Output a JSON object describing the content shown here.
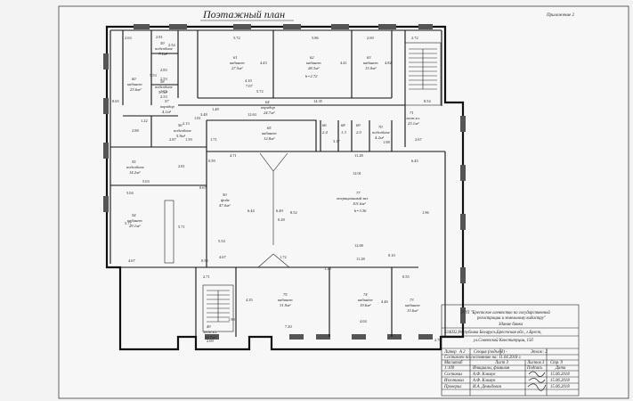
{
  "header": {
    "title": "Поэтажный  план",
    "appendix": "Приложение 2"
  },
  "rooms": [
    {
      "num": "59",
      "name": "подсобное",
      "area": "7.1м²"
    },
    {
      "num": "60",
      "name": "кабинет",
      "area": "23.6м²"
    },
    {
      "num": "58",
      "name": "подсобное",
      "area": "5.7м²"
    },
    {
      "num": "57",
      "name": "коридор",
      "area": "4.1м²"
    },
    {
      "num": "61",
      "name": "кабинет",
      "area": "27.5м²"
    },
    {
      "num": "62",
      "name": "кабинет",
      "area": "28.3м²",
      "height": "h=2.72"
    },
    {
      "num": "63",
      "name": "кабинет",
      "area": "13.0м²"
    },
    {
      "num": "64",
      "name": "коридор",
      "area": "24.7м²"
    },
    {
      "num": "71",
      "name": "лест.кл.",
      "area": "23.1м²"
    },
    {
      "num": "56",
      "name": "подсобное",
      "area": "5.9м²"
    },
    {
      "num": "65",
      "name": "кабинет",
      "area": "12.8м²"
    },
    {
      "num": "66",
      "name": "",
      "area": "2.4"
    },
    {
      "num": "68",
      "name": "",
      "area": "1.3"
    },
    {
      "num": "69",
      "name": "",
      "area": "2.0"
    },
    {
      "num": "70",
      "name": "подсобное",
      "area": "4.2м²"
    },
    {
      "num": "55",
      "name": "подсобное",
      "area": "14.2м²"
    },
    {
      "num": "77",
      "name": "операционный зал",
      "area": "101.6м²",
      "height": "h=3.36"
    },
    {
      "num": "50",
      "name": "фойе",
      "area": "47.0м²"
    },
    {
      "num": "54",
      "name": "кабинет",
      "area": "29.1м²"
    },
    {
      "num": "75",
      "name": "кабинет",
      "area": "31.9м²"
    },
    {
      "num": "74",
      "name": "кабинет",
      "area": "19.6м²"
    },
    {
      "num": "73",
      "name": "кабинет",
      "area": "13.6м²"
    },
    {
      "num": "49",
      "name": "лест.кл.",
      "area": "14.7м²"
    }
  ],
  "dims": [
    "2.63",
    "2.81",
    "5.72",
    "5.86",
    "2.69",
    "2.72",
    "2.54",
    "5.53",
    "4.43",
    "4.41",
    "4.82",
    "2.83",
    "2.53",
    "2.53",
    "2.55",
    "4.10",
    "8.65",
    "8.54",
    "1.48",
    "12.63",
    "14.35",
    "2.13",
    "1.81",
    "2.88",
    "1.22",
    "3.48",
    "1.71",
    "1.59",
    "2.87",
    "0.59",
    "4.71",
    "11.28",
    "6.45",
    "12.01",
    "0.67",
    "2.81",
    "5.03",
    "5.04",
    "5.77",
    "5.71",
    "5.54",
    "12.00",
    "8.52",
    "6.49",
    "6.44",
    "1.96",
    "2.67",
    "0.55",
    "4.67",
    "11.28",
    "1.28",
    "0.10",
    "2.71",
    "4.35",
    "7.20",
    "4.04",
    "4.46",
    "2.76",
    "4.67",
    "2.69",
    "0.28",
    "1.72",
    "3.17",
    "5.72",
    "1.98",
    "0.55",
    "7.07",
    "1.98"
  ],
  "stamp": {
    "org_line1": "РУП \"Брестское агентство по государственной",
    "org_line2": "регистрации и земельному кадастру\"",
    "building": "Здание банка",
    "address_line1": "224032,Республика Беларусь,Брестская обл., г.Брест,",
    "address_line2": "ул.Советской Конституции, 15б",
    "litera_label": "Литер",
    "litera_value": "А 2",
    "section": "Секция (подъезд) -",
    "floor": "Этаж: 2",
    "composed": "Составлен по состоянию на: 11.04.2018 г.",
    "scale_label": "Масштаб",
    "scale_value": "1:100",
    "sheet": "Лист 3",
    "sheets": "Листов 3",
    "page": "Стр. 9",
    "col_init": "Инициалы, фамилия",
    "col_sign": "Подпись",
    "col_date": "Дата",
    "rows": [
      {
        "role": "Составил",
        "name": "А.Ф. Климук",
        "date": "15.06.2018"
      },
      {
        "role": "Изготовил",
        "name": "А.Ф. Климук",
        "date": "15.06.2018"
      },
      {
        "role": "Проверил",
        "name": "И.А. Демидович",
        "date": "15.06.2018"
      }
    ]
  }
}
